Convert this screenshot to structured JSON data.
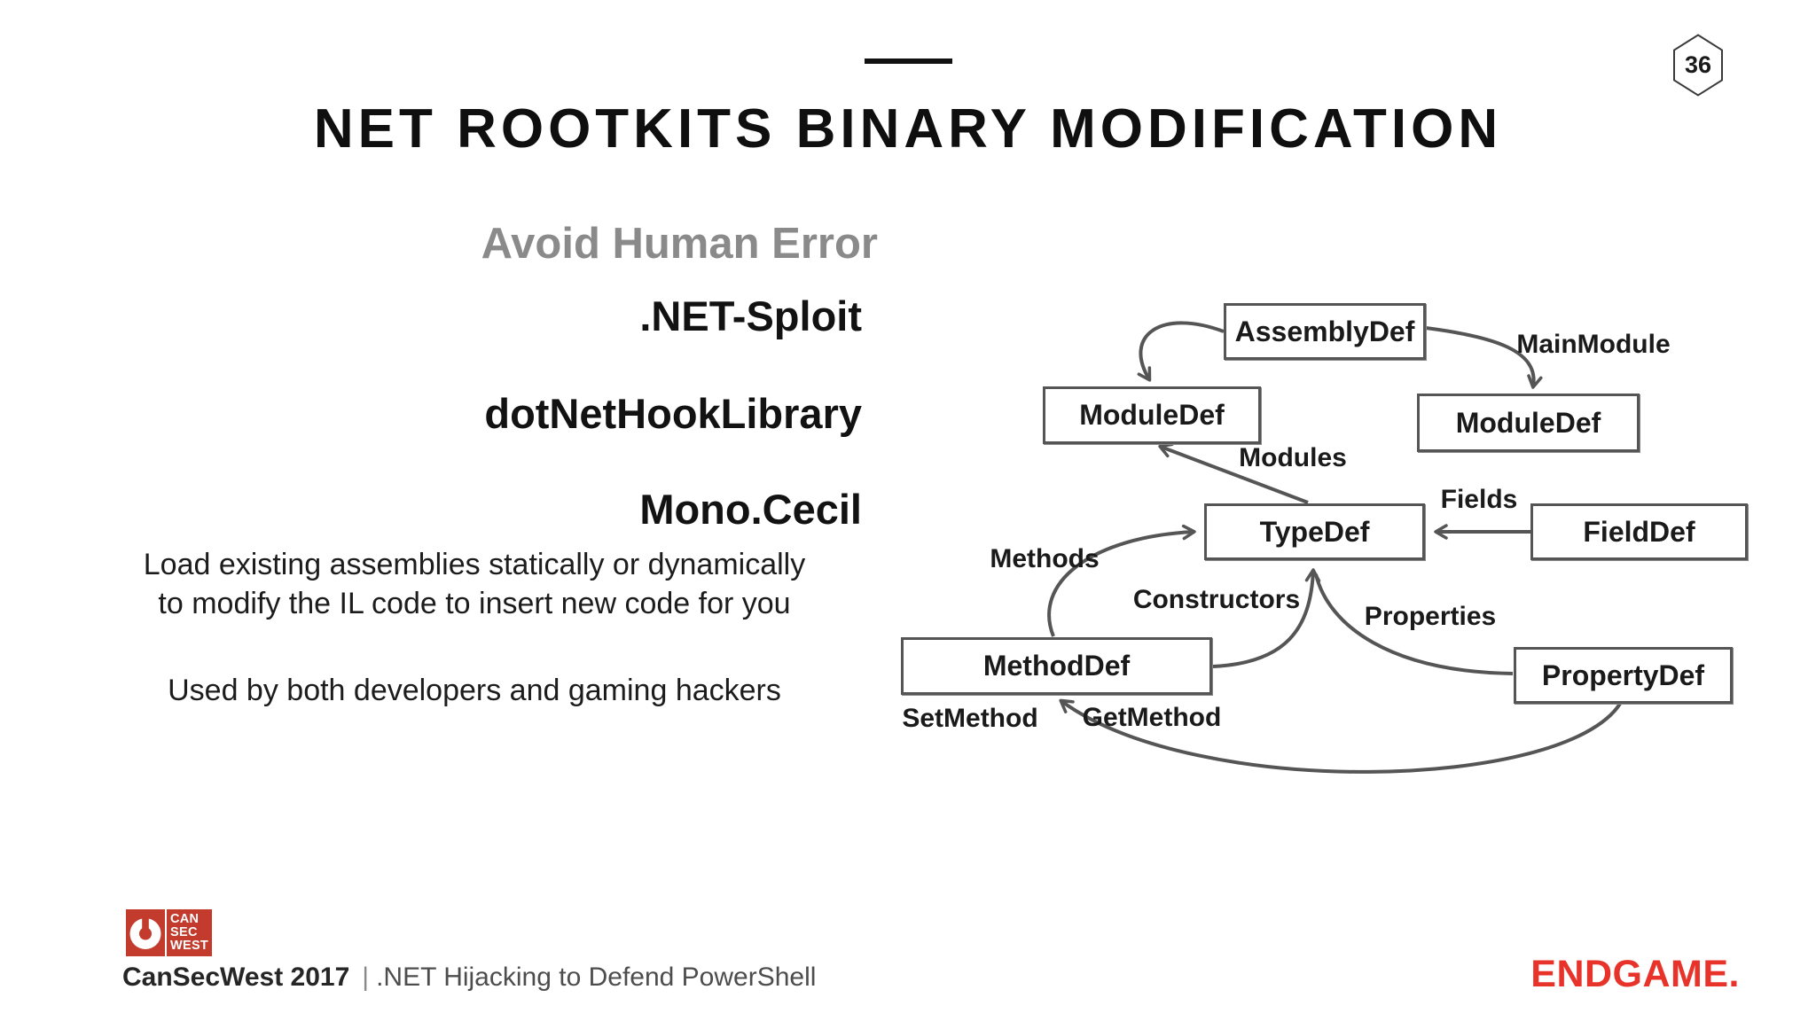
{
  "page_number": "36",
  "title": "NET ROOTKITS BINARY MODIFICATION",
  "content": {
    "subtitle": "Avoid Human Error",
    "tool_1": ".NET-Sploit",
    "tool_2": "dotNetHookLibrary",
    "tool_3": "Mono.Cecil",
    "description_line_1": "Load existing assemblies statically or dynamically",
    "description_line_2": "to modify the IL code to insert new code for you",
    "note": "Used by both developers and gaming hackers"
  },
  "diagram": {
    "boxes": {
      "assembly_def": "AssemblyDef",
      "module_def_left": "ModuleDef",
      "module_def_right": "ModuleDef",
      "type_def": "TypeDef",
      "field_def": "FieldDef",
      "method_def": "MethodDef",
      "property_def": "PropertyDef"
    },
    "edge_labels": {
      "main_module": "MainModule",
      "modules": "Modules",
      "fields": "Fields",
      "methods": "Methods",
      "constructors": "Constructors",
      "properties": "Properties",
      "set_method": "SetMethod",
      "get_method": "GetMethod"
    }
  },
  "footer": {
    "logo_text_lines": [
      "CAN",
      "SEC",
      "WEST"
    ],
    "conference": "CanSecWest 2017",
    "separator": "|",
    "talk_title": ".NET Hijacking to Defend PowerShell",
    "brand": "ENDGAME."
  },
  "colors": {
    "logo_red": "#c23b2c",
    "brand_red": "#e8332a",
    "subtitle_gray": "#8a8a8a",
    "diagram_line": "#555555"
  }
}
